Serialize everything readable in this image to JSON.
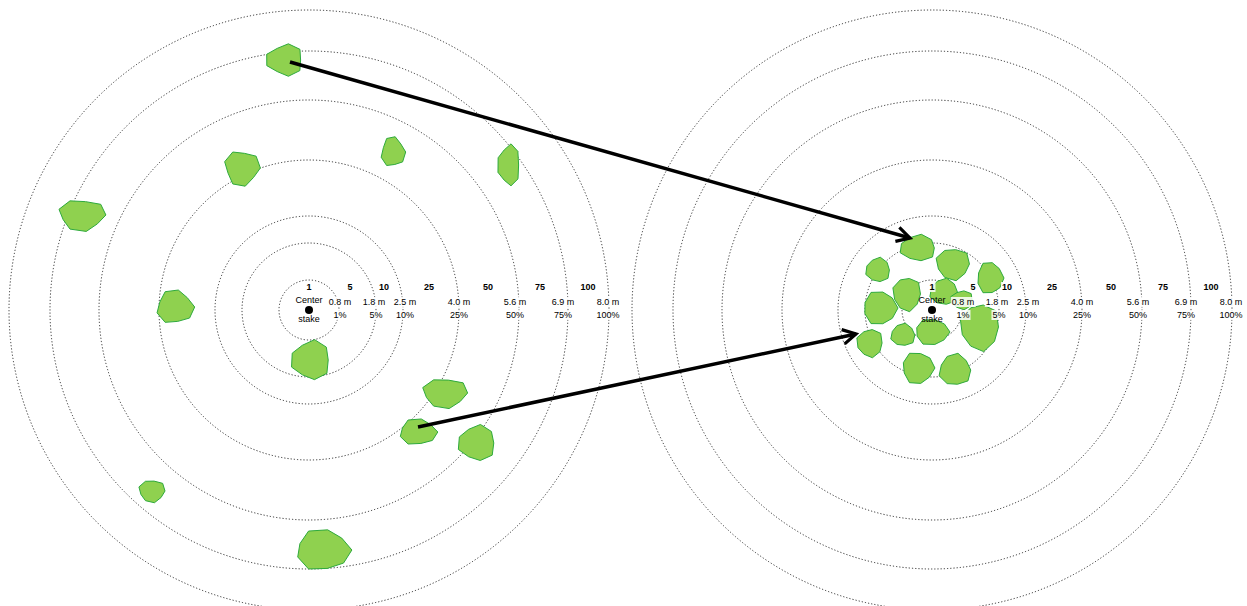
{
  "diagram": {
    "labels": [
      "1",
      "5",
      "10",
      "25",
      "50",
      "75",
      "100",
      "0.8 m",
      "1.8 m",
      "2.5 m",
      "4.0 m",
      "5.6 m",
      "6.9 m",
      "8.0 m",
      "1%",
      "5%",
      "10%",
      "25%",
      "50%",
      "75%",
      "100%",
      "Center stake",
      "1",
      "5",
      "10",
      "25",
      "50",
      "75",
      "100",
      "0.8 m",
      "1.8 m",
      "2.5 m",
      "4.0 m",
      "5.6 m",
      "6.9 m",
      "8.0 m",
      "1%",
      "5%",
      "10%",
      "25%",
      "50%",
      "75%",
      "100%",
      "Center stake"
    ]
  }
}
